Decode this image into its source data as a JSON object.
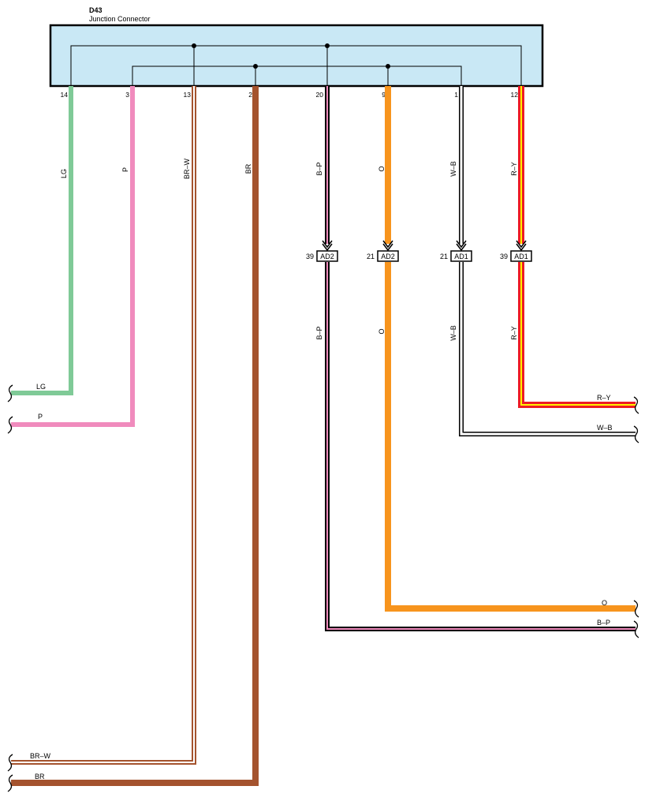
{
  "connector": {
    "code": "D43",
    "name": "Junction Connector",
    "fill": "#c9e8f5"
  },
  "pins": [
    {
      "id": "p14",
      "pin": "14",
      "wire": "LG"
    },
    {
      "id": "p3",
      "pin": "3",
      "wire": "P"
    },
    {
      "id": "p13",
      "pin": "13",
      "wire": "BR–W"
    },
    {
      "id": "p2",
      "pin": "2",
      "wire": "BR"
    },
    {
      "id": "p20",
      "pin": "20",
      "wire": "B–P"
    },
    {
      "id": "p9",
      "pin": "9",
      "wire": "O"
    },
    {
      "id": "p1",
      "pin": "1",
      "wire": "W–B"
    },
    {
      "id": "p12",
      "pin": "12",
      "wire": "R–Y"
    }
  ],
  "splices": [
    {
      "id": "s20",
      "pin": "39",
      "code": "AD2",
      "wire_below": "B–P"
    },
    {
      "id": "s9",
      "pin": "21",
      "code": "AD2",
      "wire_below": "O"
    },
    {
      "id": "s1",
      "pin": "21",
      "code": "AD1",
      "wire_below": "W–B"
    },
    {
      "id": "s12",
      "pin": "39",
      "code": "AD1",
      "wire_below": "R–Y"
    }
  ],
  "wire_ends": {
    "LG": "LG",
    "P": "P",
    "R-Y": "R–Y",
    "W-B": "W–B",
    "O": "O",
    "B-P": "B–P",
    "BR-W": "BR–W",
    "BR": "BR"
  },
  "colors": {
    "LG": "#7fca97",
    "P": "#f08bbd",
    "BR": "#a4532e",
    "O": "#f7941d",
    "R": "#ed1c24",
    "Y": "#fff200",
    "black": "#000000",
    "white": "#ffffff"
  }
}
